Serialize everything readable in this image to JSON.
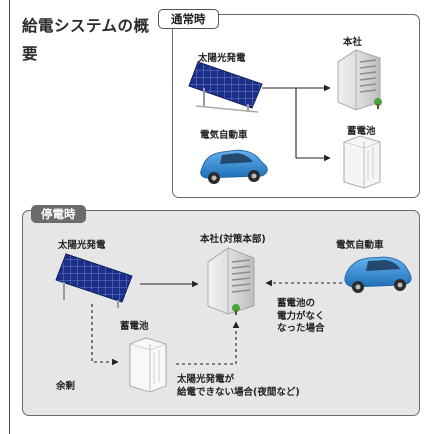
{
  "page_title": "給電システムの概要",
  "normal": {
    "tag": "通常時",
    "solar_label": "太陽光発電",
    "hq_label": "本社",
    "ev_label": "電気自動車",
    "battery_label": "蓄電池"
  },
  "outage": {
    "tag": "停電時",
    "solar_label": "太陽光発電",
    "hq_label": "本社(対策本部)",
    "ev_label": "電気自動車",
    "battery_label": "蓄電池",
    "surplus_label": "余剰",
    "ev_note": [
      "蓄電池の",
      "電力がなく",
      "なった場合"
    ],
    "battery_note": [
      "太陽光発電が",
      "給電できない場合(夜間など)"
    ]
  },
  "colors": {
    "panel_border": "#6a6a6a",
    "outage_panel_bg": "#e6e6e6",
    "outage_tag_bg": "#6b6b6b",
    "solar_blue": "#1b2f8a",
    "car_blue": "#2a86d6",
    "plant_green": "#4aa63a"
  }
}
